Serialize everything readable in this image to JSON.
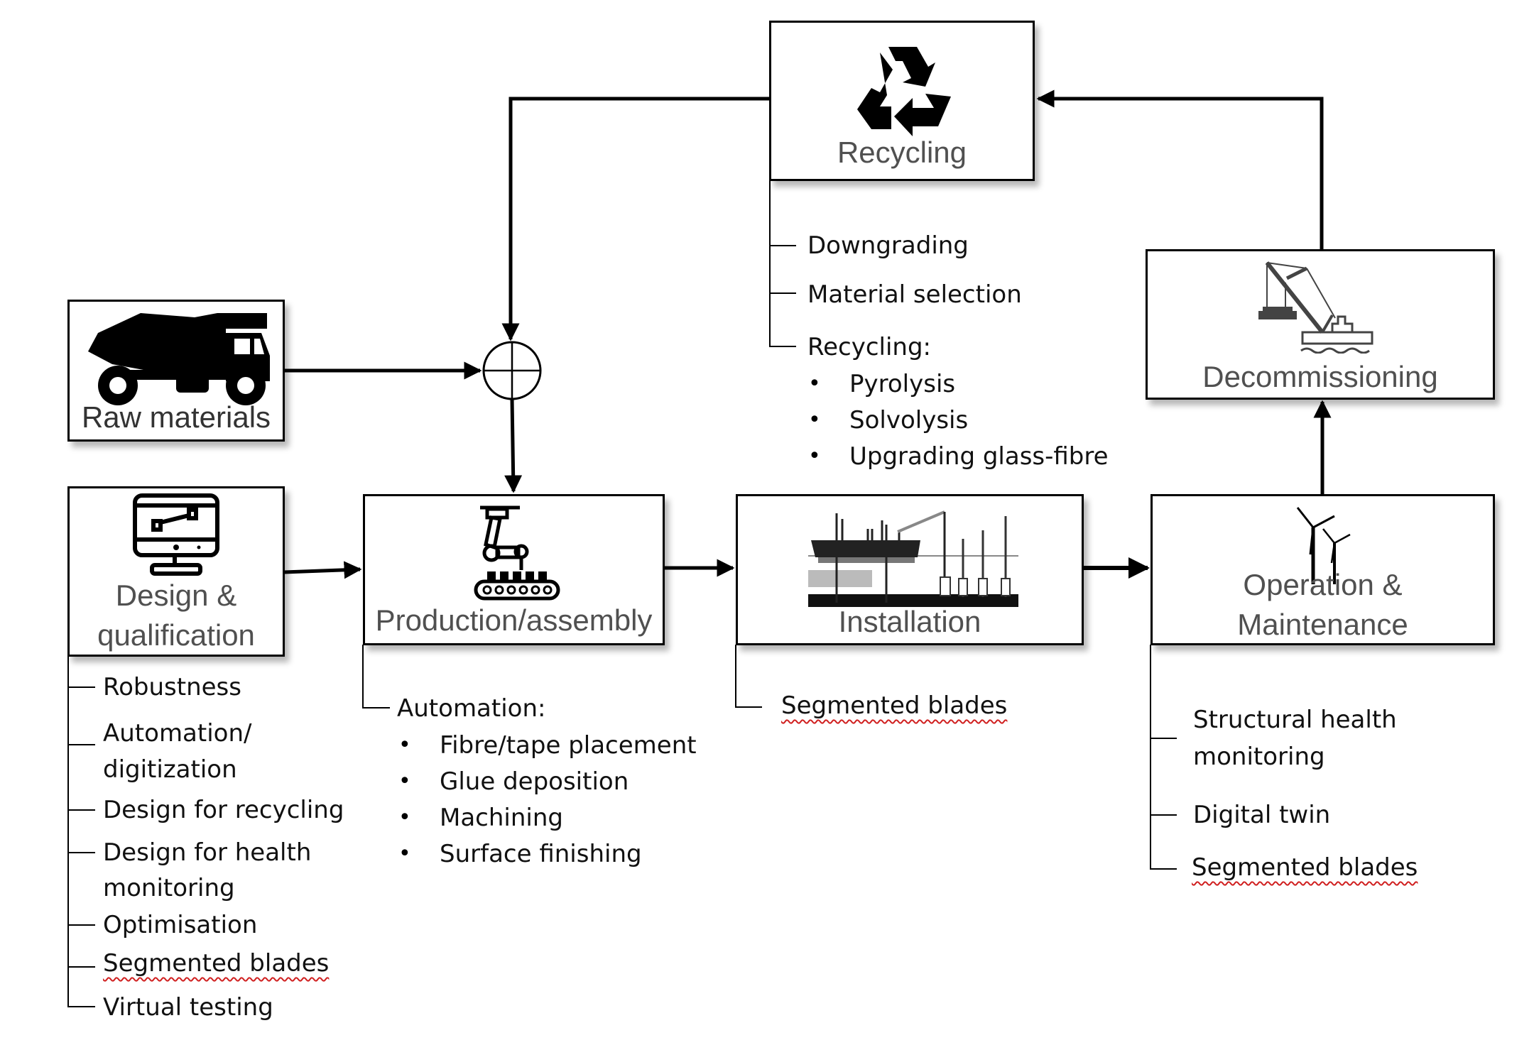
{
  "diagram": {
    "title": "Wind turbine blade lifecycle",
    "nodes": {
      "recycling": {
        "label": "Recycling",
        "icon": "recycle-icon"
      },
      "raw_materials": {
        "label": "Raw materials",
        "icon": "dump-truck-icon"
      },
      "design": {
        "label_line1": "Design &",
        "label_line2": "qualification",
        "icon": "monitor-design-icon"
      },
      "production": {
        "label": "Production/assembly",
        "icon": "robot-arm-conveyor-icon"
      },
      "installation": {
        "label": "Installation",
        "icon": "offshore-installation-vessel-icon"
      },
      "operation": {
        "label_line1": "Operation &",
        "label_line2": "Maintenance",
        "icon": "wind-turbine-icon"
      },
      "decommissioning": {
        "label": "Decommissioning",
        "icon": "crane-barge-icon"
      },
      "junction": {
        "icon": "summing-junction-icon"
      }
    },
    "lists": {
      "recycling": {
        "items": [
          "Downgrading",
          "Material selection",
          "Recycling:"
        ],
        "bullets": [
          "Pyrolysis",
          "Solvolysis",
          "Upgrading glass-fibre"
        ]
      },
      "design": {
        "items": [
          "Robustness",
          "Automation/",
          "digitization",
          "Design for recycling",
          "Design for health",
          "monitoring",
          "Optimisation",
          "Segmented blades",
          "Virtual testing"
        ]
      },
      "production": {
        "heading": "Automation:",
        "bullets": [
          "Fibre/tape placement",
          "Glue deposition",
          "Machining",
          "Surface finishing"
        ]
      },
      "installation": {
        "items": [
          "Segmented blades"
        ]
      },
      "operation": {
        "items": [
          "Structural health",
          "monitoring",
          "Digital twin",
          "Segmented blades"
        ]
      }
    },
    "bullet_glyph": "•"
  }
}
